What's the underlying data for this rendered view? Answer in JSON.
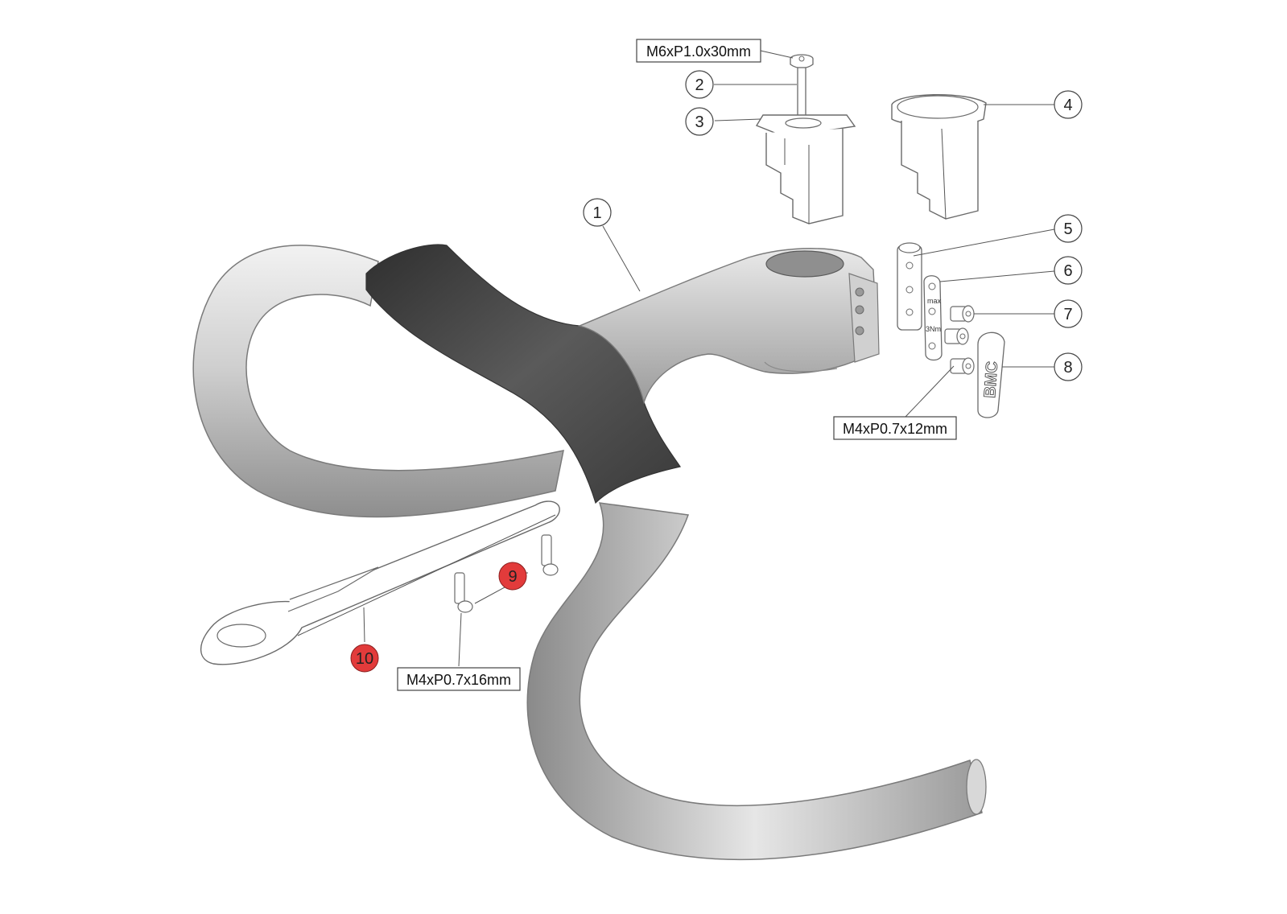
{
  "colors": {
    "bar_dark": "#4a4a4a",
    "bar_light": "#bdbdbd",
    "accent_red": "#e23b3b",
    "outline": "#6a6a6a"
  },
  "callouts": [
    {
      "id": "1",
      "label": "1",
      "highlight": false
    },
    {
      "id": "2",
      "label": "2",
      "highlight": false
    },
    {
      "id": "3",
      "label": "3",
      "highlight": false
    },
    {
      "id": "4",
      "label": "4",
      "highlight": false
    },
    {
      "id": "5",
      "label": "5",
      "highlight": false
    },
    {
      "id": "6",
      "label": "6",
      "highlight": false
    },
    {
      "id": "7",
      "label": "7",
      "highlight": false
    },
    {
      "id": "8",
      "label": "8",
      "highlight": false
    },
    {
      "id": "9",
      "label": "9",
      "highlight": true
    },
    {
      "id": "10",
      "label": "10",
      "highlight": true
    }
  ],
  "specs": {
    "top_bolt": "M6xP1.0x30mm",
    "clamp_bolts": "M4xP0.7x12mm",
    "mount_bolts": "M4xP0.7x16mm"
  },
  "part_markings": {
    "plate_max": "max",
    "plate_torque": "3Nm",
    "cover_logo": "BMC"
  }
}
